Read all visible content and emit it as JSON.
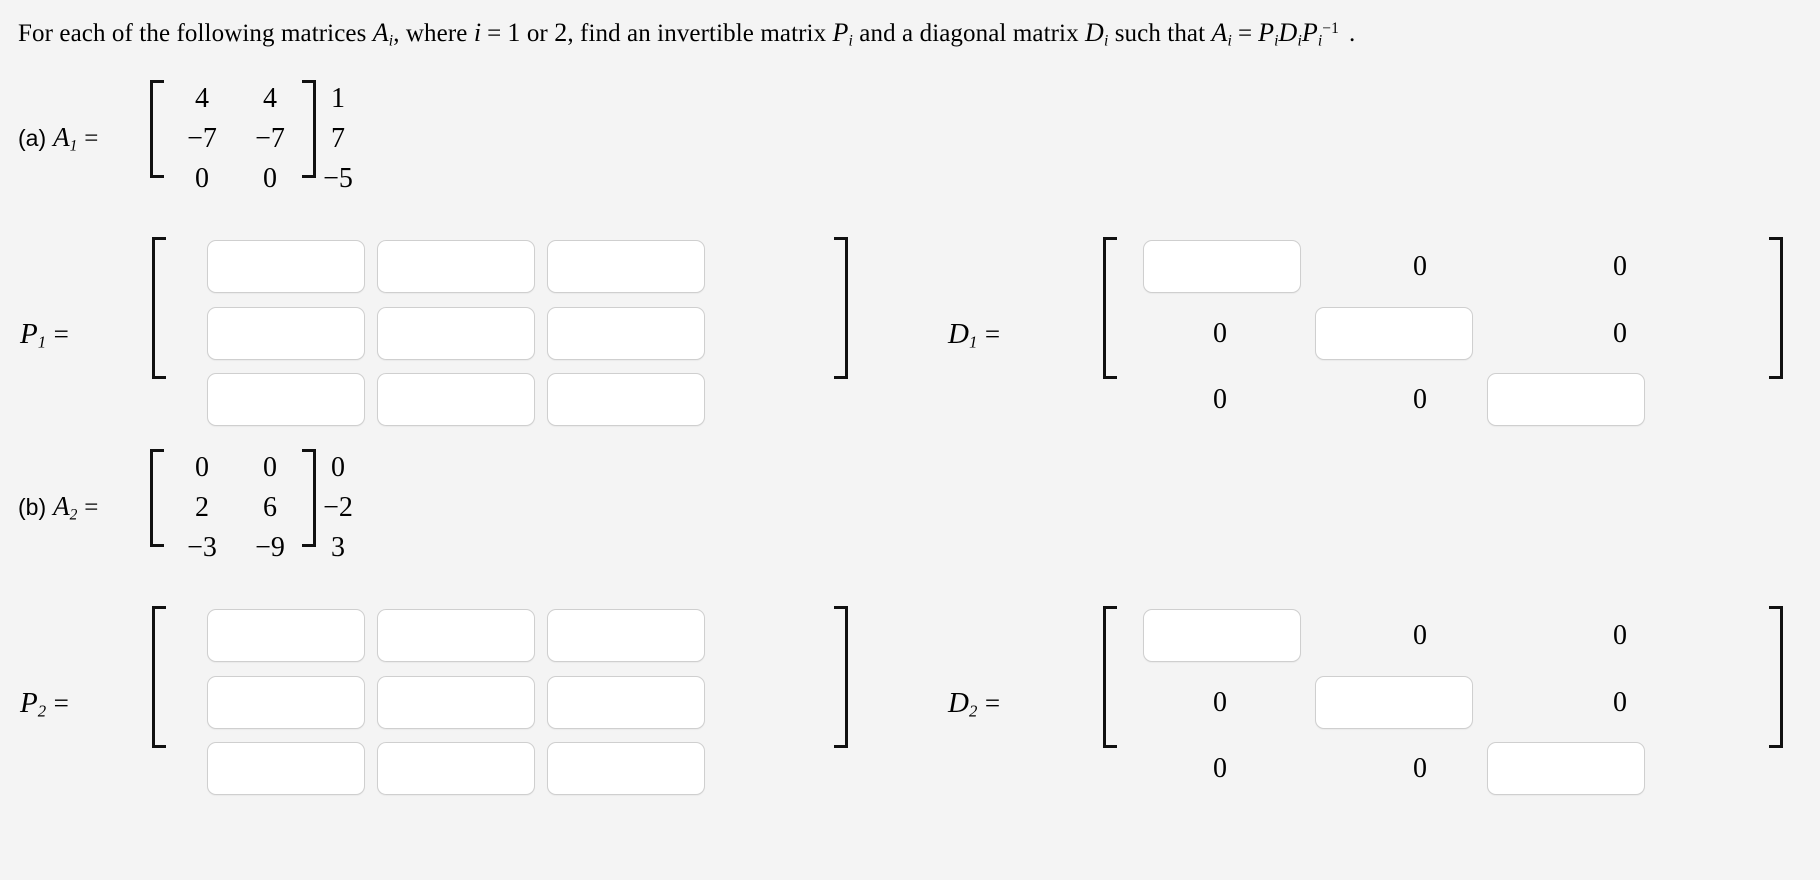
{
  "background_color": "#f4f4f4",
  "input_box": {
    "fill": "#ffffff",
    "border_color": "#cfcfcf",
    "placeholder": ""
  },
  "prompt": {
    "s1": "For each of the following matrices ",
    "v_A": "A",
    "sub_i1": "i",
    "s2": ", where ",
    "v_i": "i",
    "eq1": "=",
    "n1": "1",
    "s3": " or ",
    "n2": "2",
    "s4": ", find an invertible matrix ",
    "v_P": "P",
    "sub_i2": "i",
    "s5": " and a diagonal matrix ",
    "v_D": "D",
    "sub_i3": "i",
    "s6": " such that ",
    "v_A2": "A",
    "sub_i4": "i",
    "eq2": "=",
    "v_P2": "P",
    "sub_i5": "i",
    "v_D2": "D",
    "sub_i6": "i",
    "v_P3": "P",
    "sub_i7": "i",
    "sup_inv": "−1",
    "period": "."
  },
  "parts": [
    {
      "id": "a",
      "part_label": "(a)",
      "matrix_name": "A",
      "matrix_sub": "1",
      "equals": "=",
      "given_matrix": {
        "rows": [
          [
            "4",
            "4",
            "1"
          ],
          [
            "−7",
            "−7",
            "7"
          ],
          [
            "0",
            "0",
            "−5"
          ]
        ]
      },
      "p_matrix": {
        "name": "P",
        "sub": "1",
        "equals": "=",
        "values": [
          [
            "",
            "",
            ""
          ],
          [
            "",
            "",
            ""
          ],
          [
            "",
            "",
            ""
          ]
        ]
      },
      "d_matrix": {
        "name": "D",
        "sub": "1",
        "equals": "=",
        "off_diagonal_value": "0",
        "diagonal_values": [
          "",
          "",
          ""
        ]
      }
    },
    {
      "id": "b",
      "part_label": "(b)",
      "matrix_name": "A",
      "matrix_sub": "2",
      "equals": "=",
      "given_matrix": {
        "rows": [
          [
            "0",
            "0",
            "0"
          ],
          [
            "2",
            "6",
            "−2"
          ],
          [
            "−3",
            "−9",
            "3"
          ]
        ]
      },
      "p_matrix": {
        "name": "P",
        "sub": "2",
        "equals": "=",
        "values": [
          [
            "",
            "",
            ""
          ],
          [
            "",
            "",
            ""
          ],
          [
            "",
            "",
            ""
          ]
        ]
      },
      "d_matrix": {
        "name": "D",
        "sub": "2",
        "equals": "=",
        "off_diagonal_value": "0",
        "diagonal_values": [
          "",
          "",
          ""
        ]
      }
    }
  ]
}
